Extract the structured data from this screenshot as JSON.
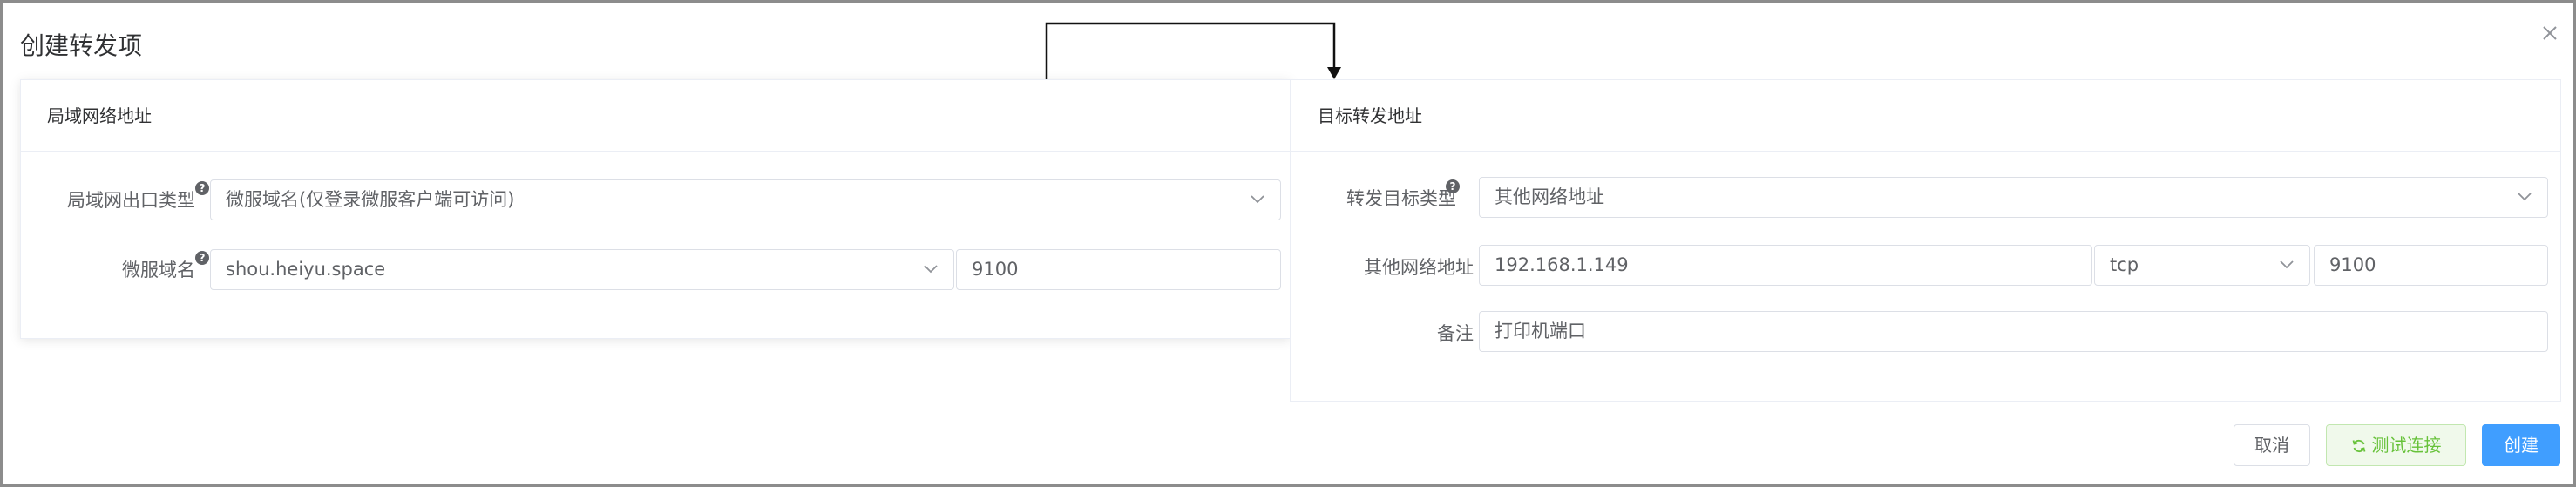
{
  "dialog": {
    "title": "创建转发项"
  },
  "left_card": {
    "header": "局域网络地址",
    "exit_type": {
      "label": "局域网出口类型",
      "value": "微服域名(仅登录微服客户端可访问)"
    },
    "domain": {
      "label": "微服域名",
      "value": "shou.heiyu.space",
      "port": "9100"
    }
  },
  "right_card": {
    "header": "目标转发地址",
    "target_type": {
      "label": "转发目标类型",
      "value": "其他网络地址"
    },
    "address": {
      "label": "其他网络地址",
      "value": "192.168.1.149",
      "protocol": "tcp",
      "port": "9100"
    },
    "note": {
      "label": "备注",
      "value": "打印机端口"
    }
  },
  "footer": {
    "cancel_label": "取消",
    "test_label": "测试连接",
    "create_label": "创建"
  },
  "icons": {
    "help": "question-circle-icon",
    "select": "chevron-down-icon",
    "close": "close-icon",
    "refresh": "refresh-icon",
    "arrow": "connector-arrow"
  },
  "colors": {
    "primary": "#409eff",
    "success": "#67c23a",
    "success_bg": "#f0f9eb"
  }
}
